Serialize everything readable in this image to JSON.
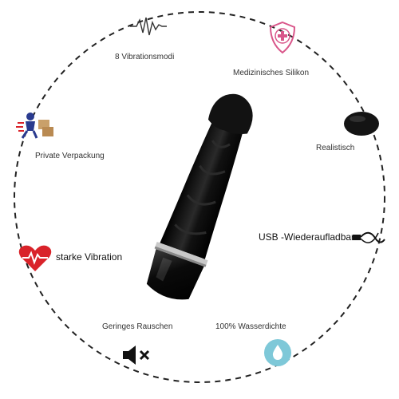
{
  "features": {
    "vibration_modes": {
      "label": "8 Vibrationsmodi",
      "icon": "heartbeat-line-icon"
    },
    "silicone": {
      "label": "Medizinisches Silikon",
      "icon": "medical-shield-icon"
    },
    "packaging": {
      "label": "Private Verpackung",
      "icon": "delivery-person-icon"
    },
    "realistic": {
      "label": "Realistisch",
      "icon": "texture-swatch-icon"
    },
    "strong_vibration": {
      "label": "starke Vibration",
      "icon": "heart-pulse-icon"
    },
    "usb": {
      "label": "USB -Wiederaufladbar",
      "icon": "usb-cable-icon"
    },
    "low_noise": {
      "label": "Geringes Rauschen",
      "icon": "speaker-mute-icon"
    },
    "waterproof": {
      "label": "100% Wasserdichte",
      "icon": "water-drop-icon"
    }
  },
  "colors": {
    "ring": "#222222",
    "accent_red": "#d9232a",
    "accent_pink": "#d9568a",
    "accent_teal": "#7ec8d8",
    "product": "#0b0b0b"
  }
}
